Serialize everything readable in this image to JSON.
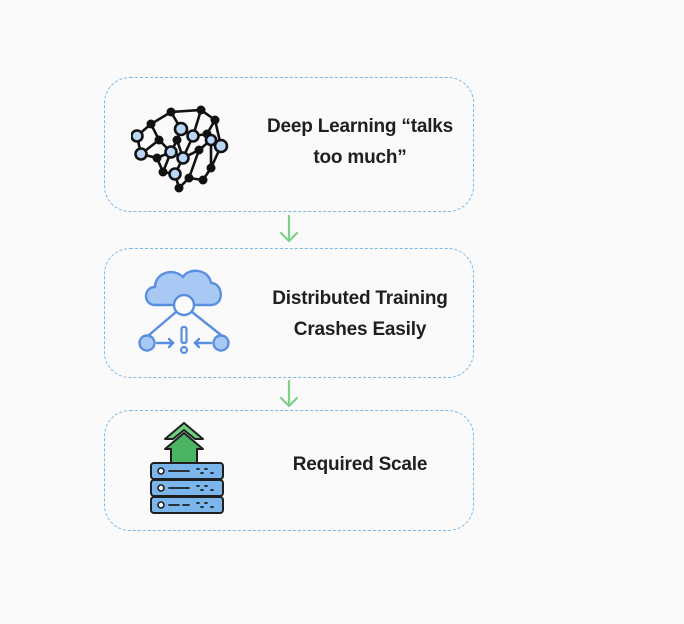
{
  "steps": [
    {
      "label": "Deep Learning “talks too much”",
      "icon": "brain-network-icon"
    },
    {
      "label": "Distributed Training Crashes Easily",
      "icon": "cloud-network-warning-icon"
    },
    {
      "label": "Required Scale",
      "icon": "server-stack-upload-icon"
    }
  ],
  "colors": {
    "border": "#7ab8e8",
    "arrow": "#7fd08a",
    "icon_blue": "#9ac1f5",
    "icon_stroke": "#5a8fe0",
    "server_fill": "#7ab6ec",
    "upload_green": "#4cb564"
  }
}
